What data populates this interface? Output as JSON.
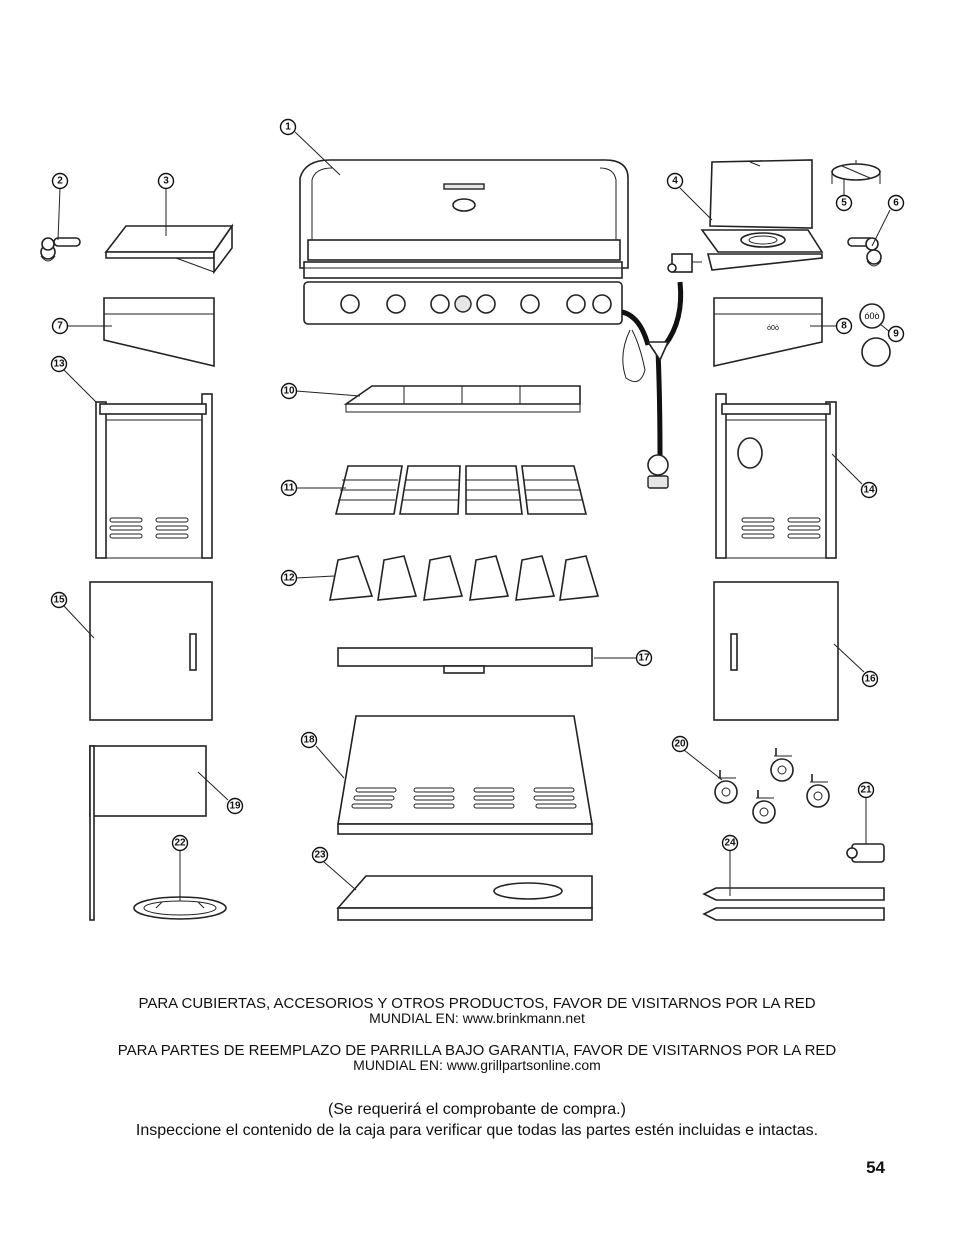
{
  "callouts": [
    "1",
    "2",
    "3",
    "4",
    "5",
    "6",
    "7",
    "8",
    "9",
    "10",
    "11",
    "12",
    "13",
    "14",
    "15",
    "16",
    "17",
    "18",
    "19",
    "20",
    "21",
    "22",
    "23",
    "24"
  ],
  "notices": [
    {
      "line1": "PARA CUBIERTAS, ACCESORIOS Y OTROS PRODUCTOS, FAVOR DE VISITARNOS POR LA RED",
      "line2": "MUNDIAL EN: www.brinkmann.net"
    },
    {
      "line1": "PARA PARTES DE REEMPLAZO DE PARRILLA BAJO GARANTIA, FAVOR DE VISITARNOS POR LA RED",
      "line2": "MUNDIAL EN: www.grillpartsonline.com"
    }
  ],
  "receipt_note": "(Se requerirá el comprobante de compra.)",
  "inspect_note": "Inspeccione el contenido de la caja para verificar que todas las partes estén incluidas e intactas.",
  "page_number": "54"
}
